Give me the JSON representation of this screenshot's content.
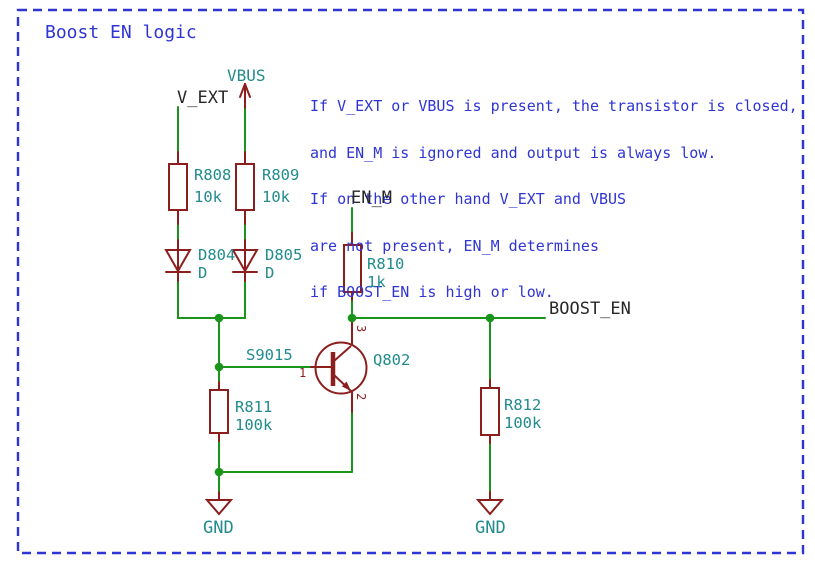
{
  "schematic": {
    "title": "Boost EN logic",
    "note_lines": [
      "If V_EXT or VBUS is present, the transistor is closed,",
      "and EN_M is ignored and output is always low.",
      "If on the other hand V_EXT and VBUS",
      "are not present, EN_M determines",
      "if BOOST_EN is high or low."
    ],
    "nets": {
      "v_ext": "V_EXT",
      "vbus": "VBUS",
      "en_m": "EN_M",
      "boost_en": "BOOST_EN",
      "gnd": "GND"
    },
    "components": {
      "r808": {
        "ref": "R808",
        "value": "10k"
      },
      "r809": {
        "ref": "R809",
        "value": "10k"
      },
      "r810": {
        "ref": "R810",
        "value": "1k"
      },
      "r811": {
        "ref": "R811",
        "value": "100k"
      },
      "r812": {
        "ref": "R812",
        "value": "100k"
      },
      "d804": {
        "ref": "D804",
        "value": "D"
      },
      "d805": {
        "ref": "D805",
        "value": "D"
      },
      "q802": {
        "ref": "Q802",
        "value": "S9015",
        "pin_base": "1",
        "pin_collector": "3",
        "pin_emitter": "2"
      }
    },
    "colors": {
      "note_blue": "#2f35d3",
      "wire_green": "#1a941a",
      "symbol_maroon": "#8c1e1e",
      "field_teal": "#228b8d",
      "net_label_black": "#282828",
      "background": "#ffffff"
    }
  }
}
